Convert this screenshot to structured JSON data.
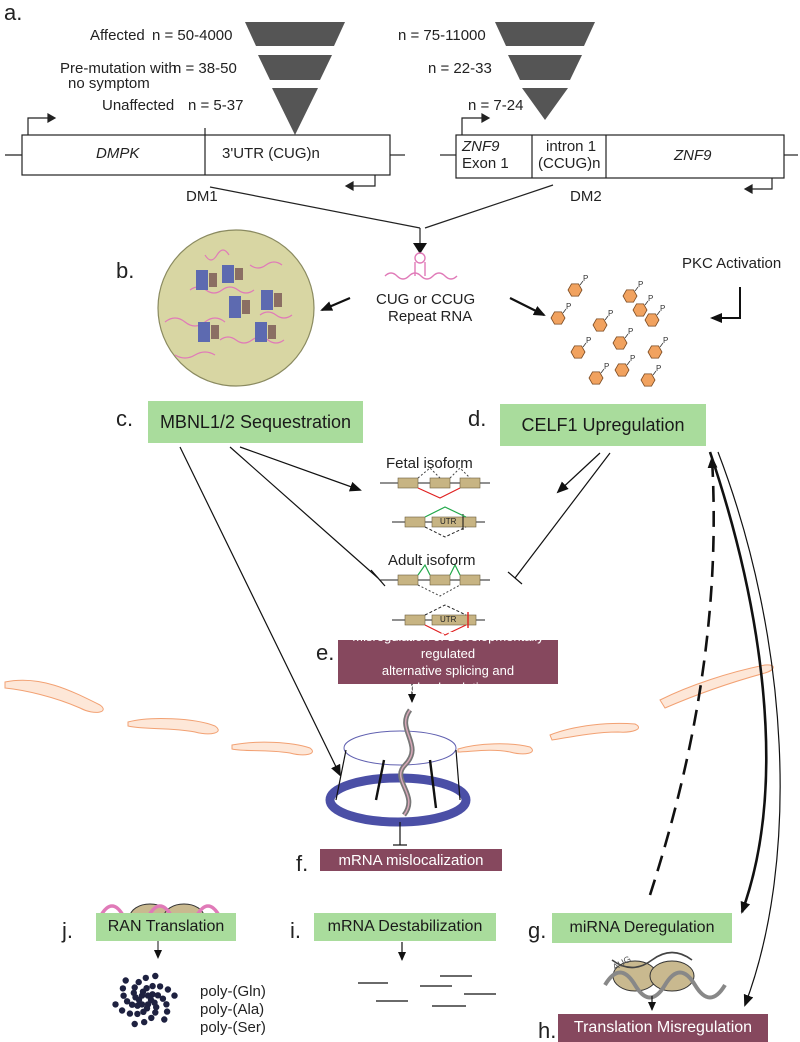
{
  "panels": {
    "a": "a.",
    "b": "b.",
    "c": "c.",
    "d": "d.",
    "e": "e.",
    "f": "f.",
    "g": "g.",
    "h": "h.",
    "i": "i.",
    "j": "j."
  },
  "dm1": {
    "affected": "Affected",
    "affected_n": "n = 50-4000",
    "premutation_1": "Pre-mutation with",
    "premutation_2": "no symptom",
    "premutation_n": "n = 38-50",
    "unaffected": "Unaffected",
    "unaffected_n": "n = 5-37",
    "gene": "DMPK",
    "utr": "3'UTR  (CUG)n",
    "label": "DM1"
  },
  "dm2": {
    "affected_n": "n = 75-11000",
    "premutation_n": "n = 22-33",
    "unaffected_n": "n = 7-24",
    "exon_1": "ZNF9",
    "exon_2": "Exon 1",
    "intron_1": "intron 1",
    "intron_2": "(CCUG)n",
    "gene": "ZNF9",
    "label": "DM2"
  },
  "repeat_rna": {
    "line1": "CUG or CCUG",
    "line2": "Repeat RNA"
  },
  "pkc": "PKC Activation",
  "mbnl": "MBNL1/2 Sequestration",
  "celf1": "CELF1 Upregulation",
  "fetal": "Fetal isoform",
  "adult": "Adult isoform",
  "utr_tag": "UTR",
  "misregulation": {
    "line1": "Misregulation of Developmentally regulated",
    "line2": "alternative splicing and polyadenylation"
  },
  "mislocalization": "mRNA mislocalization",
  "mirna": "miRNA Deregulation",
  "translation": "Translation Misregulation",
  "destabilization": "mRNA Destabilization",
  "ran": "RAN Translation",
  "aug": "AUG",
  "poly": {
    "gln": "poly-(Gln)",
    "ala": "poly-(Ala)",
    "ser": "poly-(Ser)"
  }
}
